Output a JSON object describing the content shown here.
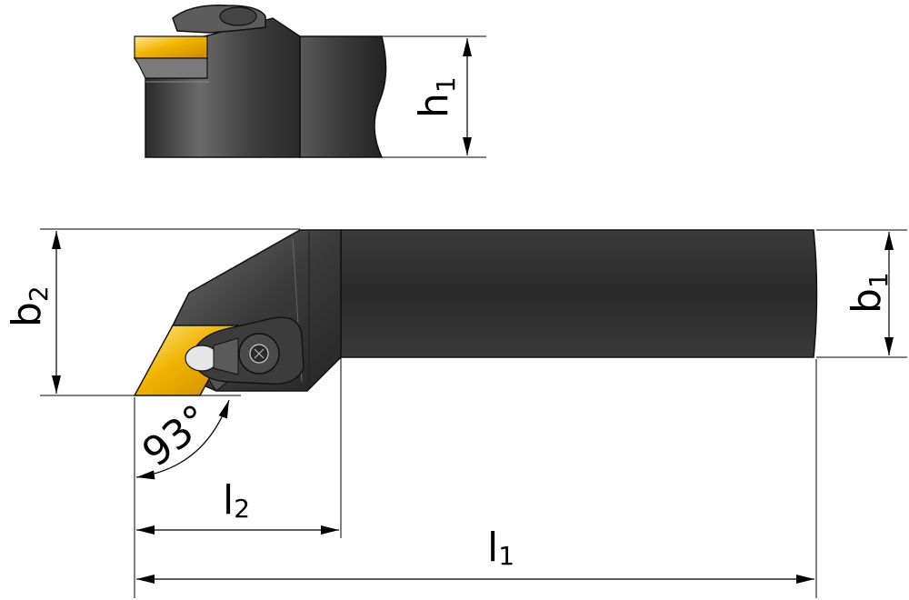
{
  "labels": {
    "h": "h",
    "h_sub": "1",
    "b2": "b",
    "b2_sub": "2",
    "b1": "b",
    "b1_sub": "1",
    "angle": "93°",
    "l2": "l",
    "l2_sub": "2",
    "l1": "l",
    "l1_sub": "1"
  },
  "colors": {
    "body_dark": "#2b2b2b",
    "body_mid": "#4a4a4a",
    "body_light": "#6a6a6a",
    "insert_gold": "#f2b400",
    "insert_light": "#ffe38a",
    "dimension": "#000000"
  }
}
